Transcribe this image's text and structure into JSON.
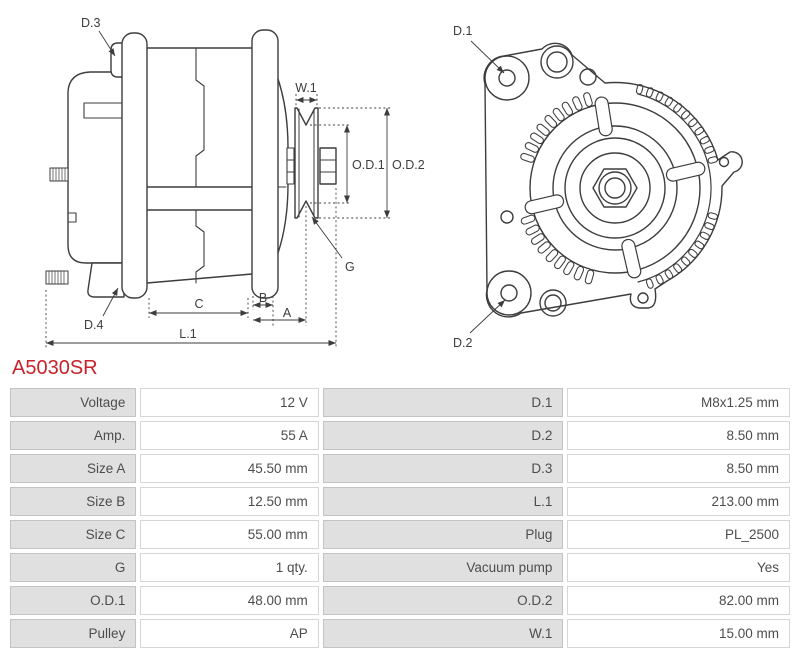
{
  "part_number": "A5030SR",
  "colors": {
    "accent": "#c8232b",
    "line": "#3d3d3d",
    "label_cell_bg": "#e0e0e0",
    "label_cell_border": "#c3c3c3",
    "value_cell_border": "#d6d6d6",
    "text": "#4d4d4d"
  },
  "diagram": {
    "side_view": {
      "d3": "D.3",
      "d4": "D.4",
      "w1": "W.1",
      "od1": "O.D.1",
      "od2": "O.D.2",
      "g": "G",
      "c": "C",
      "b": "B",
      "a": "A",
      "l1": "L.1"
    },
    "front_view": {
      "d1": "D.1",
      "d2": "D.2"
    }
  },
  "specs": {
    "rows": [
      {
        "label_left": "Voltage",
        "value_left": "12 V",
        "label_right": "D.1",
        "value_right": "M8x1.25 mm"
      },
      {
        "label_left": "Amp.",
        "value_left": "55 A",
        "label_right": "D.2",
        "value_right": "8.50 mm"
      },
      {
        "label_left": "Size A",
        "value_left": "45.50 mm",
        "label_right": "D.3",
        "value_right": "8.50 mm"
      },
      {
        "label_left": "Size B",
        "value_left": "12.50 mm",
        "label_right": "L.1",
        "value_right": "213.00 mm"
      },
      {
        "label_left": "Size C",
        "value_left": "55.00 mm",
        "label_right": "Plug",
        "value_right": "PL_2500"
      },
      {
        "label_left": "G",
        "value_left": "1 qty.",
        "label_right": "Vacuum pump",
        "value_right": "Yes"
      },
      {
        "label_left": "O.D.1",
        "value_left": "48.00 mm",
        "label_right": "O.D.2",
        "value_right": "82.00 mm"
      },
      {
        "label_left": "Pulley",
        "value_left": "AP",
        "label_right": "W.1",
        "value_right": "15.00 mm"
      }
    ]
  }
}
